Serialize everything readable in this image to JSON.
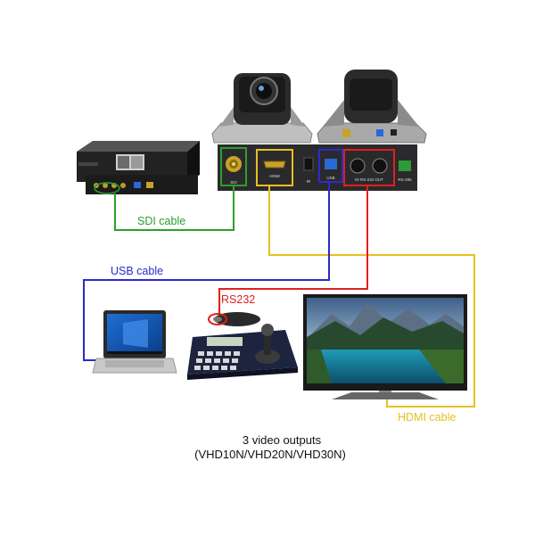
{
  "colors": {
    "sdi": "#2ca02c",
    "usb": "#2b2bc8",
    "rs232": "#e0201c",
    "hdmi": "#e8c020",
    "device_dark": "#1c1c1e",
    "panel": "#2a2a2c"
  },
  "labels": {
    "sdi_cable": "SDI cable",
    "usb_cable": "USB cable",
    "rs232": "RS232",
    "hdmi_cable": "HDMI cable"
  },
  "caption": {
    "line1": "3 video outputs",
    "line2": "(VHD10N/VHD20N/VHD30N)"
  },
  "panel": {
    "port_sdi": "SDI",
    "port_hdmi": "HDMI",
    "port_ir": "IR",
    "port_usb": "USB",
    "port_rs232": "IN RS-232 OUT",
    "port_rs485": "RS-485"
  },
  "icons": [
    "ptz-camera-front-icon",
    "ptz-camera-back-icon",
    "video-switcher-icon",
    "laptop-icon",
    "ptz-keyboard-controller-icon",
    "television-icon"
  ]
}
